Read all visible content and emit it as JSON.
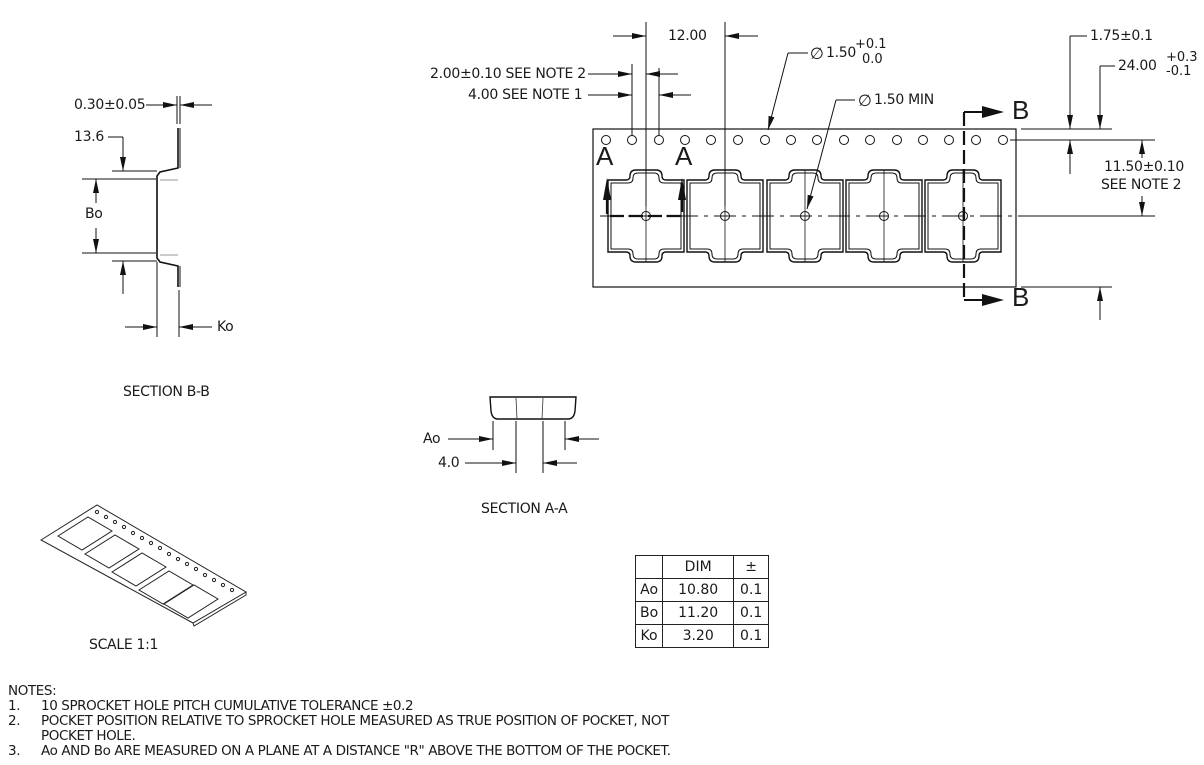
{
  "main_view": {
    "pitch_12": "12.00",
    "sprocket_offset": "2.00±0.10 SEE NOTE 2",
    "sprocket_pitch": "4.00 SEE NOTE 1",
    "sprocket_dia": "1.50",
    "sprocket_dia_tol_plus": "+0.1",
    "sprocket_dia_tol_minus": "0.0",
    "pocket_hole_dia": "1.50 MIN",
    "edge_to_hole": "1.75±0.1",
    "tape_width": "24.00",
    "tape_width_tol_plus": "+0.3",
    "tape_width_tol_minus": "-0.1",
    "pocket_offset": "11.50±0.10",
    "pocket_offset_note": "SEE NOTE 2",
    "section_a_label": "A",
    "section_b_label": "B",
    "diameter_symbol": "∅"
  },
  "section_bb": {
    "title": "SECTION B-B",
    "thickness": "0.30±0.05",
    "flange": "13.6",
    "bo": "Bo",
    "ko": "Ko"
  },
  "section_aa": {
    "title": "SECTION A-A",
    "ao": "Ao",
    "width": "4.0"
  },
  "iso_view": {
    "title": "SCALE 1:1"
  },
  "dim_table": {
    "headers": [
      "",
      "DIM",
      "±"
    ],
    "rows": [
      {
        "name": "Ao",
        "dim": "10.80",
        "tol": "0.1"
      },
      {
        "name": "Bo",
        "dim": "11.20",
        "tol": "0.1"
      },
      {
        "name": "Ko",
        "dim": "3.20",
        "tol": "0.1"
      }
    ]
  },
  "notes": {
    "title": "NOTES:",
    "items": [
      {
        "num": "1.",
        "text": "10 SPROCKET HOLE PITCH CUMULATIVE TOLERANCE ±0.2"
      },
      {
        "num": "2.",
        "text": "POCKET POSITION RELATIVE TO SPROCKET HOLE MEASURED AS TRUE POSITION OF POCKET, NOT"
      },
      {
        "num": "",
        "text": "POCKET HOLE."
      },
      {
        "num": "3.",
        "text": "Ao AND Bo ARE MEASURED ON A PLANE AT A DISTANCE \"R\" ABOVE THE BOTTOM OF THE POCKET."
      }
    ]
  }
}
